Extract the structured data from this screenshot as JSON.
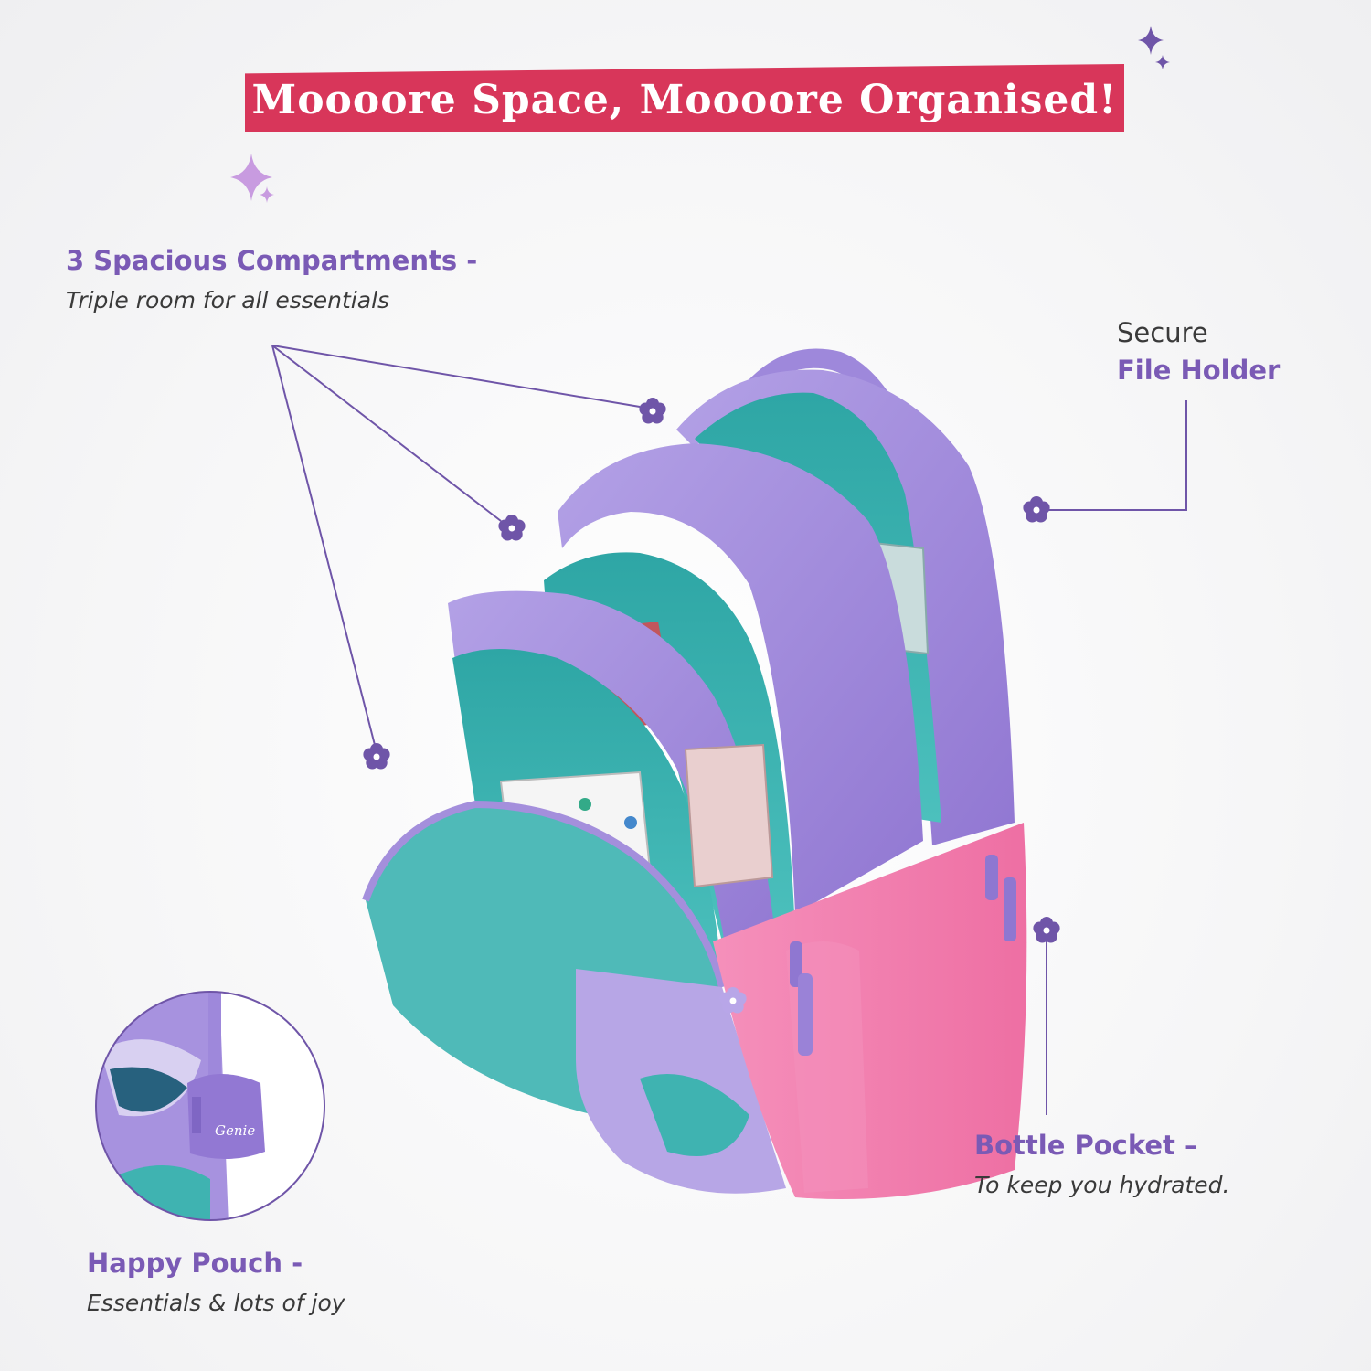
{
  "banner": {
    "title": "Moooore Space, Moooore Organised!"
  },
  "callouts": {
    "compartments": {
      "title": "3 Spacious Compartments -",
      "subtitle": "Triple room for all essentials"
    },
    "file_holder": {
      "line1": "Secure",
      "line2": "File Holder"
    },
    "bottle_pocket": {
      "title": "Bottle Pocket –",
      "subtitle": "To keep you hydrated."
    },
    "happy_pouch": {
      "title": "Happy Pouch -",
      "subtitle": "Essentials & lots of joy"
    }
  },
  "brand": {
    "logo_text": "Genie"
  },
  "colors": {
    "banner": "#d8365a",
    "heading": "#7a5ab5",
    "accent_purple": "#6f55a8",
    "bag_lavender": "#a48fdc",
    "bag_teal": "#3fb3b1",
    "bag_pink": "#f27bab"
  },
  "icons": {
    "marker": "flower-icon",
    "decor": "sparkle-icon"
  }
}
